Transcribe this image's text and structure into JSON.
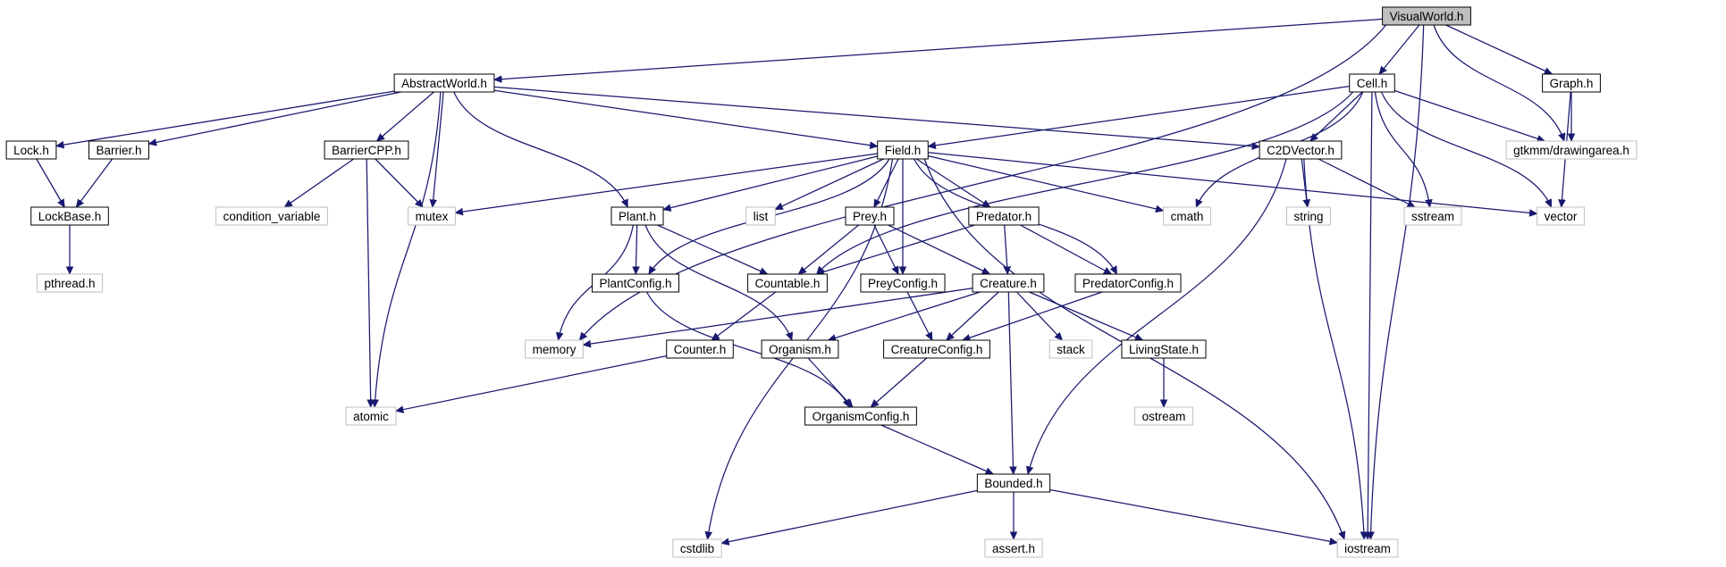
{
  "colors": {
    "edge": "#191970",
    "node_border_internal": "#000000",
    "node_border_external": "#bfbfbf",
    "node_fill_root": "#bfbfbf",
    "node_fill": "#ffffff"
  },
  "nodes": [
    {
      "id": "visualworld",
      "label": "VisualWorld.h",
      "kind": "root"
    },
    {
      "id": "abstractworld",
      "label": "AbstractWorld.h",
      "kind": "internal"
    },
    {
      "id": "cell",
      "label": "Cell.h",
      "kind": "internal"
    },
    {
      "id": "graph",
      "label": "Graph.h",
      "kind": "internal"
    },
    {
      "id": "lock",
      "label": "Lock.h",
      "kind": "internal"
    },
    {
      "id": "barrier",
      "label": "Barrier.h",
      "kind": "internal"
    },
    {
      "id": "barriercpp",
      "label": "BarrierCPP.h",
      "kind": "internal"
    },
    {
      "id": "field",
      "label": "Field.h",
      "kind": "internal"
    },
    {
      "id": "c2dvector",
      "label": "C2DVector.h",
      "kind": "internal"
    },
    {
      "id": "gtkmm",
      "label": "gtkmm/drawingarea.h",
      "kind": "external"
    },
    {
      "id": "lockbase",
      "label": "LockBase.h",
      "kind": "internal"
    },
    {
      "id": "condvar",
      "label": "condition_variable",
      "kind": "external"
    },
    {
      "id": "mutex",
      "label": "mutex",
      "kind": "external"
    },
    {
      "id": "plant",
      "label": "Plant.h",
      "kind": "internal"
    },
    {
      "id": "list",
      "label": "list",
      "kind": "external"
    },
    {
      "id": "prey",
      "label": "Prey.h",
      "kind": "internal"
    },
    {
      "id": "predator",
      "label": "Predator.h",
      "kind": "internal"
    },
    {
      "id": "cmath",
      "label": "cmath",
      "kind": "external"
    },
    {
      "id": "string",
      "label": "string",
      "kind": "external"
    },
    {
      "id": "sstream",
      "label": "sstream",
      "kind": "external"
    },
    {
      "id": "vector",
      "label": "vector",
      "kind": "external"
    },
    {
      "id": "pthread",
      "label": "pthread.h",
      "kind": "external"
    },
    {
      "id": "plantconfig",
      "label": "PlantConfig.h",
      "kind": "internal"
    },
    {
      "id": "countable",
      "label": "Countable.h",
      "kind": "internal"
    },
    {
      "id": "preyconfig",
      "label": "PreyConfig.h",
      "kind": "internal"
    },
    {
      "id": "creature",
      "label": "Creature.h",
      "kind": "internal"
    },
    {
      "id": "predatorconfig",
      "label": "PredatorConfig.h",
      "kind": "internal"
    },
    {
      "id": "memory",
      "label": "memory",
      "kind": "external"
    },
    {
      "id": "counter",
      "label": "Counter.h",
      "kind": "internal"
    },
    {
      "id": "organism",
      "label": "Organism.h",
      "kind": "internal"
    },
    {
      "id": "creatureconfig",
      "label": "CreatureConfig.h",
      "kind": "internal"
    },
    {
      "id": "stack",
      "label": "stack",
      "kind": "external"
    },
    {
      "id": "livingstate",
      "label": "LivingState.h",
      "kind": "internal"
    },
    {
      "id": "atomic",
      "label": "atomic",
      "kind": "external"
    },
    {
      "id": "organismconfig",
      "label": "OrganismConfig.h",
      "kind": "internal"
    },
    {
      "id": "ostream",
      "label": "ostream",
      "kind": "external"
    },
    {
      "id": "bounded",
      "label": "Bounded.h",
      "kind": "internal"
    },
    {
      "id": "cstdlib",
      "label": "cstdlib",
      "kind": "external"
    },
    {
      "id": "assert",
      "label": "assert.h",
      "kind": "external"
    },
    {
      "id": "iostream",
      "label": "iostream",
      "kind": "external"
    }
  ],
  "edges": [
    [
      "visualworld",
      "abstractworld"
    ],
    [
      "visualworld",
      "memory"
    ],
    [
      "visualworld",
      "cell"
    ],
    [
      "visualworld",
      "graph"
    ],
    [
      "visualworld",
      "gtkmm"
    ],
    [
      "visualworld",
      "iostream"
    ],
    [
      "abstractworld",
      "lock"
    ],
    [
      "abstractworld",
      "barrier"
    ],
    [
      "abstractworld",
      "barriercpp"
    ],
    [
      "abstractworld",
      "mutex"
    ],
    [
      "abstractworld",
      "plant"
    ],
    [
      "abstractworld",
      "field"
    ],
    [
      "abstractworld",
      "c2dvector"
    ],
    [
      "abstractworld",
      "atomic"
    ],
    [
      "cell",
      "field"
    ],
    [
      "cell",
      "c2dvector"
    ],
    [
      "cell",
      "gtkmm"
    ],
    [
      "cell",
      "cmath"
    ],
    [
      "cell",
      "sstream"
    ],
    [
      "cell",
      "vector"
    ],
    [
      "cell",
      "countable"
    ],
    [
      "cell",
      "iostream"
    ],
    [
      "graph",
      "gtkmm"
    ],
    [
      "graph",
      "vector"
    ],
    [
      "lock",
      "lockbase"
    ],
    [
      "barrier",
      "lockbase"
    ],
    [
      "lockbase",
      "pthread"
    ],
    [
      "barriercpp",
      "condvar"
    ],
    [
      "barriercpp",
      "mutex"
    ],
    [
      "barriercpp",
      "atomic"
    ],
    [
      "field",
      "mutex"
    ],
    [
      "field",
      "plant"
    ],
    [
      "field",
      "list"
    ],
    [
      "field",
      "prey"
    ],
    [
      "field",
      "predator"
    ],
    [
      "field",
      "cmath"
    ],
    [
      "field",
      "vector"
    ],
    [
      "field",
      "plantconfig"
    ],
    [
      "field",
      "preyconfig"
    ],
    [
      "field",
      "predatorconfig"
    ],
    [
      "field",
      "cstdlib"
    ],
    [
      "field",
      "iostream"
    ],
    [
      "c2dvector",
      "string"
    ],
    [
      "c2dvector",
      "sstream"
    ],
    [
      "c2dvector",
      "bounded"
    ],
    [
      "c2dvector",
      "iostream"
    ],
    [
      "plant",
      "plantconfig"
    ],
    [
      "plant",
      "countable"
    ],
    [
      "plant",
      "memory"
    ],
    [
      "plant",
      "organism"
    ],
    [
      "prey",
      "countable"
    ],
    [
      "prey",
      "preyconfig"
    ],
    [
      "prey",
      "creature"
    ],
    [
      "predator",
      "countable"
    ],
    [
      "predator",
      "creature"
    ],
    [
      "predator",
      "predatorconfig"
    ],
    [
      "plantconfig",
      "organismconfig"
    ],
    [
      "countable",
      "counter"
    ],
    [
      "preyconfig",
      "creatureconfig"
    ],
    [
      "predatorconfig",
      "creatureconfig"
    ],
    [
      "creature",
      "memory"
    ],
    [
      "creature",
      "organism"
    ],
    [
      "creature",
      "creatureconfig"
    ],
    [
      "creature",
      "stack"
    ],
    [
      "creature",
      "livingstate"
    ],
    [
      "creature",
      "bounded"
    ],
    [
      "counter",
      "atomic"
    ],
    [
      "organism",
      "organismconfig"
    ],
    [
      "creatureconfig",
      "organismconfig"
    ],
    [
      "livingstate",
      "ostream"
    ],
    [
      "organismconfig",
      "bounded"
    ],
    [
      "bounded",
      "cstdlib"
    ],
    [
      "bounded",
      "assert"
    ],
    [
      "bounded",
      "iostream"
    ]
  ]
}
